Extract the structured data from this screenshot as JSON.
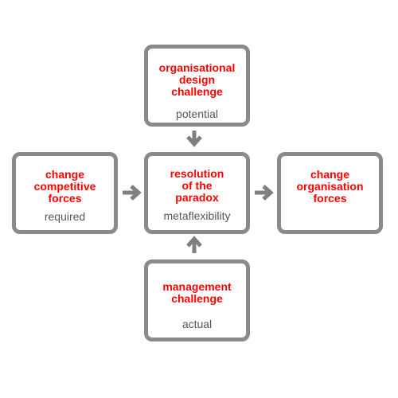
{
  "boxes": {
    "top": {
      "title": "organisational\ndesign\nchallenge",
      "subtitle": "potential"
    },
    "left": {
      "title": "change\ncompetitive\nforces",
      "subtitle": "required"
    },
    "center": {
      "title": "resolution\nof the\nparadox",
      "subtitle": "metaflexibility"
    },
    "right": {
      "title": "change\norganisation\nforces"
    },
    "bottom": {
      "title": "management\nchallenge",
      "subtitle": "actual"
    }
  },
  "colors": {
    "border": "#8a8a8a",
    "title": "#ff0000",
    "subtitle": "#555555",
    "arrow": "#7f7f7f"
  },
  "icons": {
    "top_to_center": "arrow-down-icon",
    "bottom_to_center": "arrow-up-icon",
    "left_to_center": "arrow-right-icon",
    "center_to_right": "arrow-right-icon"
  }
}
